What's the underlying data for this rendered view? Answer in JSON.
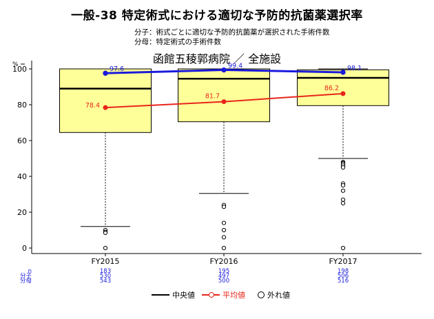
{
  "title": "一般-38 特定術式における適切な予防的抗菌薬選択率",
  "notes": {
    "numerator": "分子：術式ごとに適切な予防的抗菌薬が選択された手術件数",
    "denominator": "分母：特定術式の手術件数"
  },
  "subtitle": "函館五稜郭病院 ／ 全施設",
  "legend": {
    "median": "中央値",
    "mean": "平均値",
    "outlier": "外れ値"
  },
  "colors": {
    "box_fill": "#ffff99",
    "hospital_line": "#1a1adb",
    "mean_line": "#e8251a",
    "count_text": "#1a1adb"
  },
  "count_labels": [
    "n",
    "分子",
    "分母"
  ],
  "chart_data": {
    "type": "box",
    "ylabel": "%",
    "ylim": [
      0,
      100
    ],
    "yticks": [
      0,
      20,
      40,
      60,
      80,
      100
    ],
    "categories": [
      "FY2015",
      "FY2016",
      "FY2017"
    ],
    "boxes": [
      {
        "q1": 64.5,
        "median": 89,
        "q3": 100,
        "whisker_low": 12,
        "whisker_high": 100,
        "outliers": [
          10,
          9,
          8.5,
          0
        ]
      },
      {
        "q1": 70.5,
        "median": 94.5,
        "q3": 100,
        "whisker_low": 30.5,
        "whisker_high": 100,
        "outliers": [
          24,
          23,
          14,
          10,
          6,
          0
        ]
      },
      {
        "q1": 79.5,
        "median": 95,
        "q3": 99.5,
        "whisker_low": 50,
        "whisker_high": 100,
        "outliers": [
          48,
          47.5,
          47,
          46,
          45,
          36,
          35,
          32,
          27,
          25,
          0
        ]
      }
    ],
    "series": [
      {
        "name": "函館五稜郭病院",
        "values": [
          97.6,
          99.4,
          98.1
        ],
        "labels": [
          "97.6",
          "99.4",
          "98.1"
        ]
      },
      {
        "name": "平均値",
        "values": [
          78.4,
          81.7,
          86.2
        ],
        "labels": [
          "78.4",
          "81.7",
          "86.2"
        ]
      }
    ],
    "counts": {
      "n": [
        "183",
        "195",
        "198"
      ],
      "numerator": [
        "530",
        "497",
        "506"
      ],
      "denominator": [
        "543",
        "500",
        "516"
      ]
    }
  }
}
